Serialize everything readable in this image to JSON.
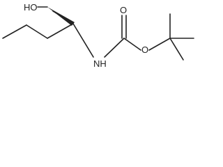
{
  "molecule": {
    "atom_labels": {
      "hydroxyl": "HO",
      "amine": "NH",
      "carbonyl_oxygen": "O",
      "ester_oxygen": "O"
    },
    "stereo_bond": "wedge"
  },
  "colors": {
    "bond": "#222222",
    "label": "#222222",
    "background": "#ffffff"
  }
}
